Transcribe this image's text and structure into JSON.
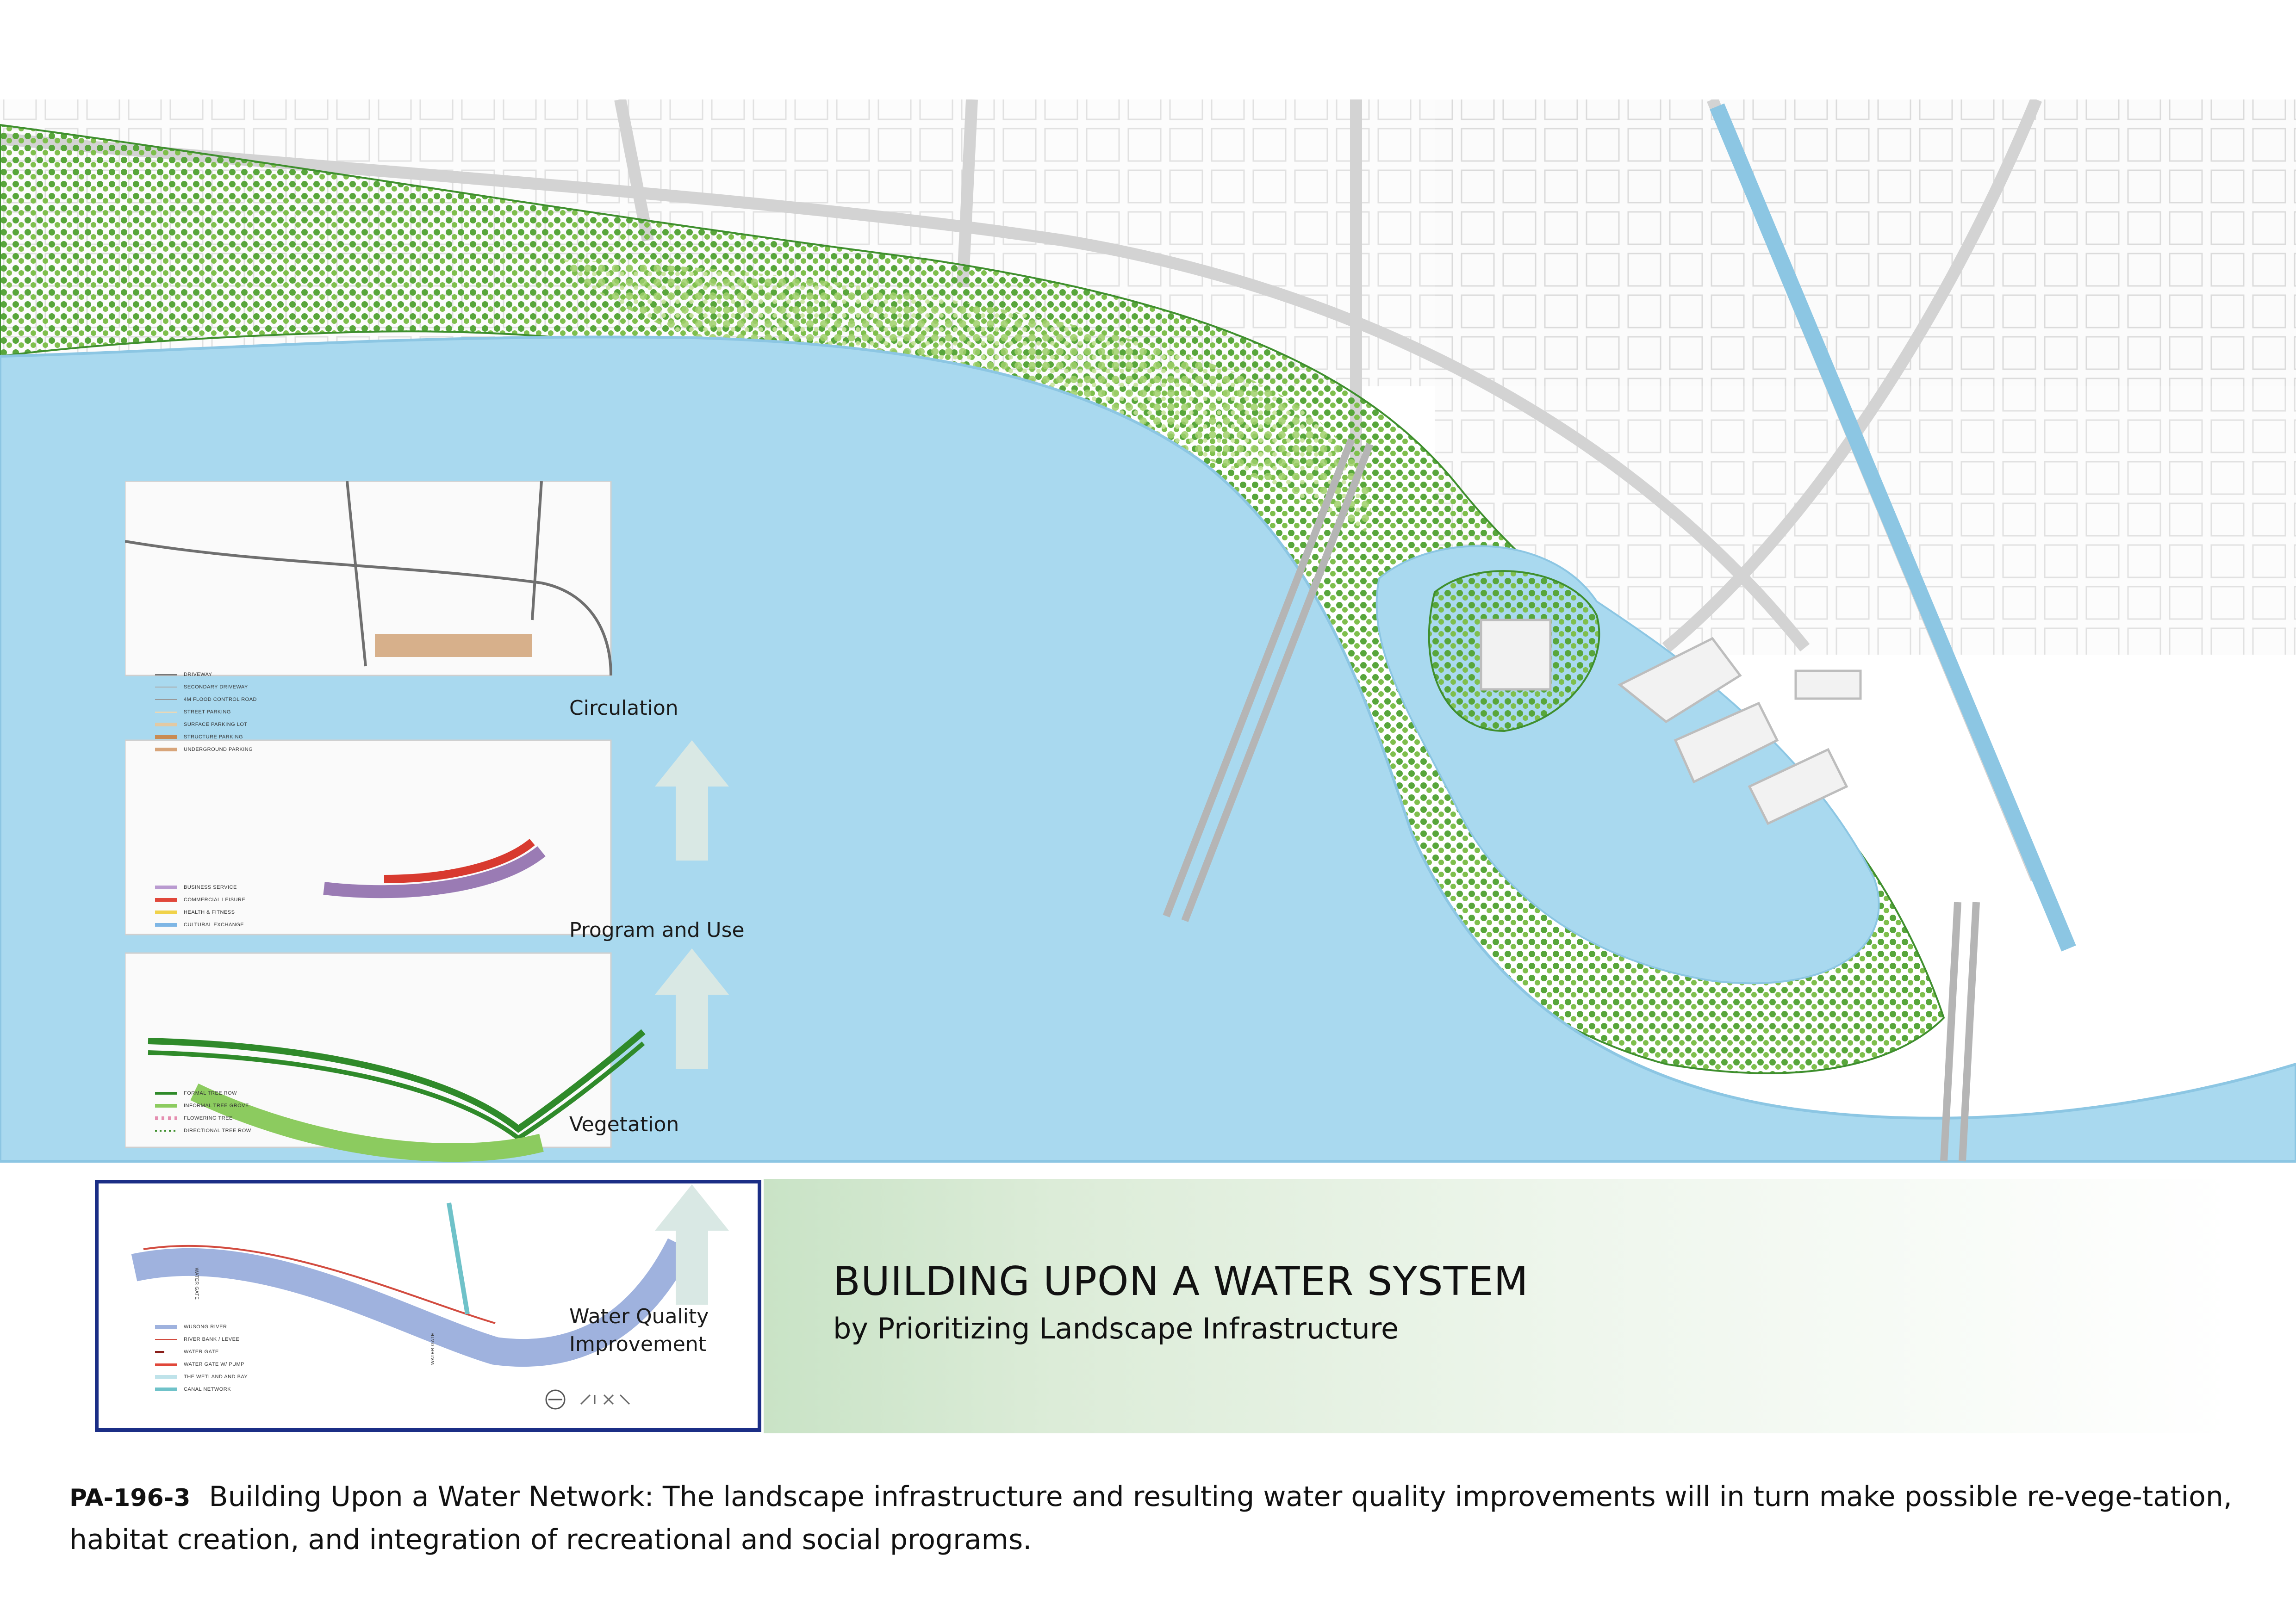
{
  "colors": {
    "river": "#a9d9ef",
    "river_edge": "#8cc6e3",
    "green_dark": "#3f8f2e",
    "green_light": "#a9d47a",
    "arrow": "#d9e8e4",
    "frame": "#1b2e86",
    "road": "#cfcfcf"
  },
  "diagrams": [
    {
      "label": "Circulation",
      "legend": [
        "DRIVEWAY",
        "SECONDARY DRIVEWAY",
        "4M FLOOD CONTROL ROAD",
        "STREET PARKING",
        "SURFACE PARKING LOT",
        "STRUCTURE PARKING",
        "UNDERGROUND PARKING"
      ]
    },
    {
      "label": "Program and Use",
      "legend": [
        "BUSINESS SERVICE",
        "COMMERCIAL LEISURE",
        "HEALTH & FITNESS",
        "CULTURAL EXCHANGE"
      ]
    },
    {
      "label": "Vegetation",
      "legend": [
        "FORMAL TREE ROW",
        "INFORMAL TREE GROVE",
        "FLOWERING TREE",
        "DIRECTIONAL TREE ROW"
      ]
    },
    {
      "label_line1": "Water Quality",
      "label_line2": "Improvement",
      "legend": [
        "WUSONG RIVER",
        "RIVER BANK / LEVEE",
        "WATER GATE",
        "WATER GATE W/ PUMP",
        "THE WETLAND AND BAY",
        "CANAL NETWORK"
      ],
      "callouts": [
        "WATER GATE",
        "WATER GATE"
      ]
    }
  ],
  "title": {
    "main": "BUILDING UPON A WATER SYSTEM",
    "sub": "by Prioritizing Landscape Infrastructure"
  },
  "caption": {
    "code": "PA-196-3",
    "text": "Building Upon a Water Network: The landscape infrastructure and resulting water quality improvements will in turn make possible re-vege-tation, habitat creation, and integration of recreational and social programs."
  },
  "icons": [
    "up-arrow-icon",
    "compass-north-icon",
    "logo-mark"
  ]
}
